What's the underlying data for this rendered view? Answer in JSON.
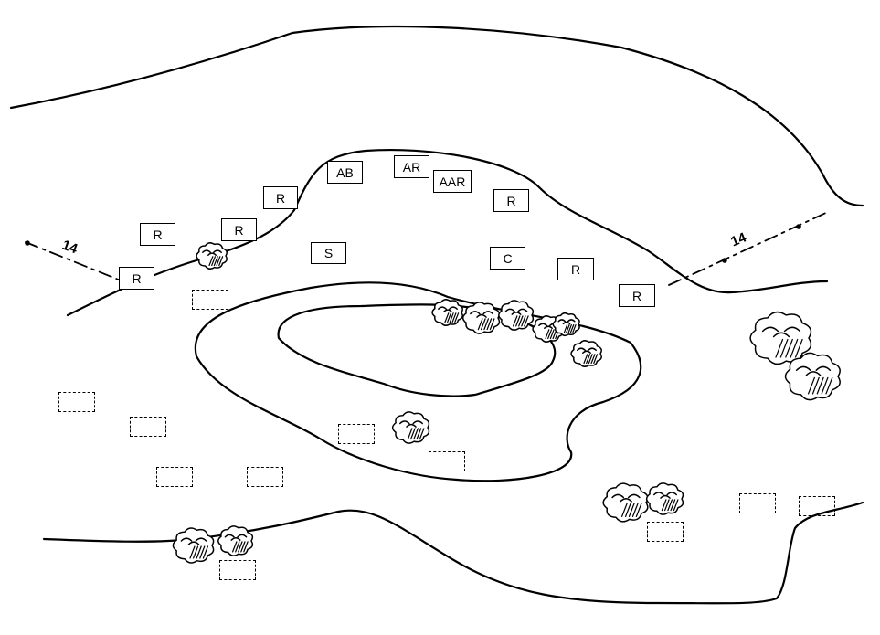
{
  "positions": [
    {
      "label": "R"
    },
    {
      "label": "R"
    },
    {
      "label": "R"
    },
    {
      "label": "R"
    },
    {
      "label": "AB"
    },
    {
      "label": "AR"
    },
    {
      "label": "AAR"
    },
    {
      "label": "R"
    },
    {
      "label": "S"
    },
    {
      "label": "C"
    },
    {
      "label": "R"
    },
    {
      "label": "R"
    }
  ],
  "boundary_labels": {
    "left": "14",
    "right": "14"
  },
  "colors": {
    "ink": "#000000",
    "paper": "#ffffff"
  }
}
